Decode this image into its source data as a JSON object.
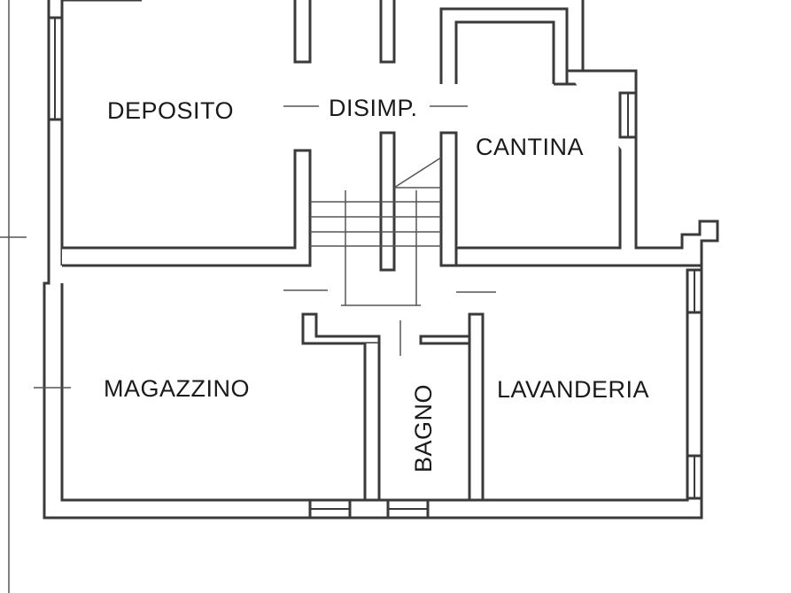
{
  "plan": {
    "rooms": {
      "deposito": "DEPOSITO",
      "disimpegno": "DISIMP.",
      "cantina": "CANTINA",
      "magazzino": "MAGAZZINO",
      "bagno": "BAGNO",
      "lavanderia": "LAVANDERIA"
    }
  },
  "colors": {
    "wall": "#3a3a3a",
    "background": "#ffffff",
    "text": "#1a1a1a"
  }
}
